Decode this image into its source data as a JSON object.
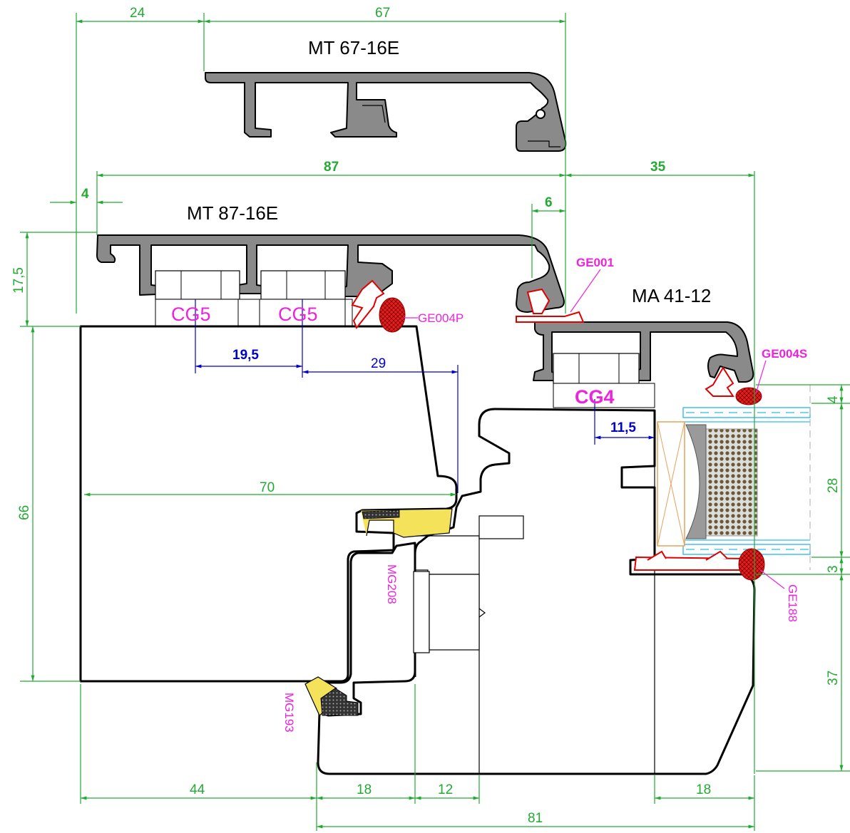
{
  "profiles": {
    "top": "MT 67-16E",
    "middle": "MT 87-16E",
    "right": "MA 41-12"
  },
  "dimensions": {
    "top_left": "24",
    "top_right": "67",
    "width_87": "87",
    "width_35": "35",
    "offset_4": "4",
    "offset_6": "6",
    "height_17_5": "17,5",
    "height_66": "66",
    "cg_spacing": "19,5",
    "depth_29": "29",
    "width_70": "70",
    "spacing_11_5": "11,5",
    "right_4": "4",
    "right_28": "28",
    "right_3": "3",
    "right_37": "37",
    "bottom_44": "44",
    "bottom_18a": "18",
    "bottom_12": "12",
    "bottom_18b": "18",
    "bottom_81": "81"
  },
  "gaskets": {
    "cg5_left": "CG5",
    "cg5_right": "CG5",
    "cg4": "CG4",
    "ge004p": "GE004P",
    "ge001": "GE001",
    "ge004s": "GE004S",
    "ge188": "GE188",
    "mg208": "MG208",
    "mg193": "MG193"
  },
  "colors": {
    "dimension": "#22aa33",
    "dimension_blue": "#0000cc",
    "label": "#ee22dd",
    "seal": "#e00000",
    "aluminium": "#8a8a8a"
  }
}
